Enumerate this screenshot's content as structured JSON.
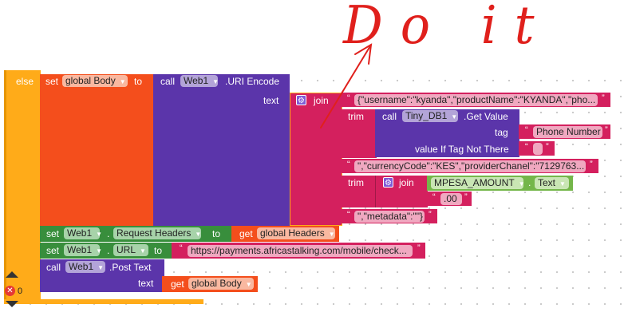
{
  "if_block": {
    "else_label": "else"
  },
  "set_body": {
    "set": "set",
    "var": "global Body",
    "to": "to"
  },
  "uri_encode": {
    "call": "call",
    "component": "Web1",
    "method": ".URI Encode",
    "text_label": "text"
  },
  "join1": {
    "label": "join",
    "str1": "{\"username\":\"kyanda\",\"productName\":\"KYANDA\",\"pho...",
    "str2": "\",\"currencyCode\":\"KES\",\"providerChanel\":\"7129763...",
    "str3": "\",\"metadata\":\"\"}"
  },
  "trim1": {
    "label": "trim",
    "call": "call",
    "component": "Tiny_DB1",
    "method": ".Get Value",
    "tag_label": "tag",
    "tag_value": "Phone Number",
    "default_label": "value If Tag Not There",
    "default_value": ""
  },
  "trim2": {
    "label": "trim",
    "join": "join",
    "component": "MPESA_AMOUNT",
    "dot": ".",
    "prop": "Text",
    "suffix": ".00"
  },
  "set_headers": {
    "set": "set",
    "component": "Web1",
    "dot": ".",
    "prop": "Request Headers",
    "to": "to",
    "get": "get",
    "var": "global Headers"
  },
  "set_url": {
    "set": "set",
    "component": "Web1",
    "dot": ".",
    "prop": "URL",
    "to": "to",
    "url": "https://payments.africastalking.com/mobile/check..."
  },
  "post_text": {
    "call": "call",
    "component": "Web1",
    "method": ".Post Text",
    "text_label": "text",
    "get": "get",
    "var": "global Body"
  },
  "warnings": {
    "error_count": "0"
  },
  "annotation": {
    "handwriting": "Do it"
  }
}
